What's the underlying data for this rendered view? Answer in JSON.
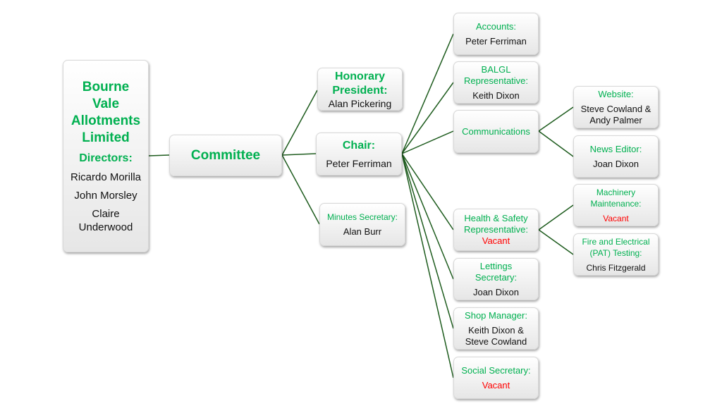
{
  "company": {
    "name_lines": [
      "Bourne",
      "Vale",
      "Allotments",
      "Limited"
    ],
    "directors_label": "Directors:",
    "directors": [
      "Ricardo Morilla",
      "John Morsley",
      "Claire",
      "Underwood"
    ]
  },
  "committee": {
    "label": "Committee"
  },
  "honorary_president": {
    "title_lines": [
      "Honorary",
      "President:"
    ],
    "name": "Alan Pickering"
  },
  "chair": {
    "title": "Chair:",
    "name": "Peter Ferriman"
  },
  "minutes_secretary": {
    "title": "Minutes Secretary:",
    "name": "Alan Burr"
  },
  "roles": {
    "accounts": {
      "title": "Accounts:",
      "name": "Peter Ferriman"
    },
    "balgl": {
      "title_lines": [
        "BALGL",
        "Representative:"
      ],
      "name": "Keith Dixon"
    },
    "communications": {
      "title": "Communications"
    },
    "health_safety": {
      "title_lines": [
        "Health & Safety",
        "Representative:"
      ],
      "name": "Vacant"
    },
    "lettings": {
      "title_lines": [
        "Lettings",
        "Secretary:"
      ],
      "name": "Joan Dixon"
    },
    "shop": {
      "title": "Shop Manager:",
      "name_lines": [
        "Keith Dixon &",
        "Steve Cowland"
      ]
    },
    "social": {
      "title": "Social Secretary:",
      "name": "Vacant"
    },
    "website": {
      "title": "Website:",
      "name_lines": [
        "Steve Cowland &",
        "Andy Palmer"
      ]
    },
    "news": {
      "title": "News Editor:",
      "name": "Joan Dixon"
    },
    "machinery": {
      "title_lines": [
        "Machinery",
        "Maintenance:"
      ],
      "name": "Vacant"
    },
    "fire": {
      "title_lines": [
        "Fire and Electrical",
        "(PAT) Testing:"
      ],
      "name": "Chris Fitzgerald"
    }
  },
  "colors": {
    "title": "#00b050",
    "vacant": "#ff0000",
    "connector": "#1e5c1e"
  }
}
